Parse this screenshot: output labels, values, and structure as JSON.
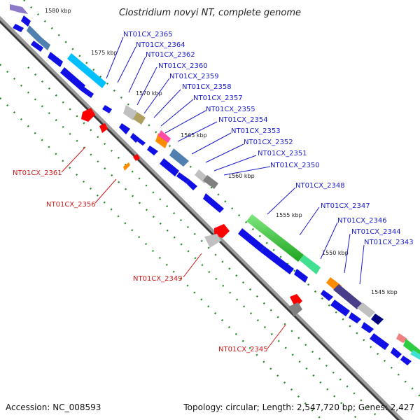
{
  "title": "Clostridium novyi NT, complete genome",
  "footer": {
    "accession": "Accession: NC_008593",
    "topology": "Topology: circular; Length: 2,547,720 bp; Genes: 2,427"
  },
  "colors": {
    "forward_label": "#1a1acc",
    "reverse_label": "#cc1a1a",
    "backbone": "#8a8a8a",
    "tick": "#228b22",
    "gene_blue": "#1010e6"
  },
  "ticks": [
    "1580 kbp",
    "1575 kbp",
    "1570 kbp",
    "1565 kbp",
    "1560 kbp",
    "1555 kbp",
    "1550 kbp",
    "1545 kbp"
  ],
  "forward_labels": [
    "NT01CX_2365",
    "NT01CX_2364",
    "NT01CX_2362",
    "NT01CX_2360",
    "NT01CX_2359",
    "NT01CX_2358",
    "NT01CX_2357",
    "NT01CX_2355",
    "NT01CX_2354",
    "NT01CX_2353",
    "NT01CX_2352",
    "NT01CX_2351",
    "NT01CX_2350",
    "NT01CX_2348",
    "NT01CX_2347",
    "NT01CX_2346",
    "NT01CX_2344",
    "NT01CX_2343"
  ],
  "reverse_labels": [
    "NT01CX_2361",
    "NT01CX_2356",
    "NT01CX_2349",
    "NT01CX_2345"
  ],
  "feature_colors": [
    "#6fa0d0",
    "#00c0ff",
    "#2ecc40",
    "#40e090",
    "#483d8b",
    "#ff8c00",
    "#c0c0c0",
    "#808080",
    "#ff0000",
    "#ff69b4",
    "#b0a060",
    "#90ee90",
    "#ff4da6"
  ]
}
